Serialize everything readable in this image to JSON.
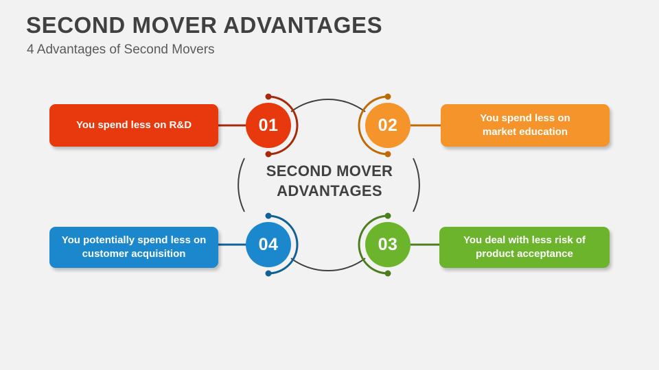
{
  "header": {
    "title": "SECOND MOVER ADVANTAGES",
    "subtitle": "4 Advantages of Second Movers"
  },
  "diagram": {
    "center_line1": "SECOND MOVER",
    "center_line2": "ADVANTAGES",
    "background_color": "#f2f2f2",
    "title_color": "#404040",
    "subtitle_color": "#5a5a5a",
    "connector_arc_color": "#3f3f3f",
    "items": [
      {
        "number": "01",
        "label_line1": "You spend less on R&D",
        "label_line2": "",
        "color": "#e8380d",
        "arc_color": "#a8280a",
        "position": "top-left"
      },
      {
        "number": "02",
        "label_line1": "You spend less on",
        "label_line2": "market education",
        "color": "#f4942a",
        "arc_color": "#c06a05",
        "position": "top-right"
      },
      {
        "number": "03",
        "label_line1": "You deal with less risk of",
        "label_line2": "product acceptance",
        "color": "#6cb42c",
        "arc_color": "#4b7f1e",
        "position": "bottom-right"
      },
      {
        "number": "04",
        "label_line1": "You potentially spend less on",
        "label_line2": "customer acquisition",
        "color": "#1b87cc",
        "arc_color": "#106196",
        "position": "bottom-left"
      }
    ]
  }
}
